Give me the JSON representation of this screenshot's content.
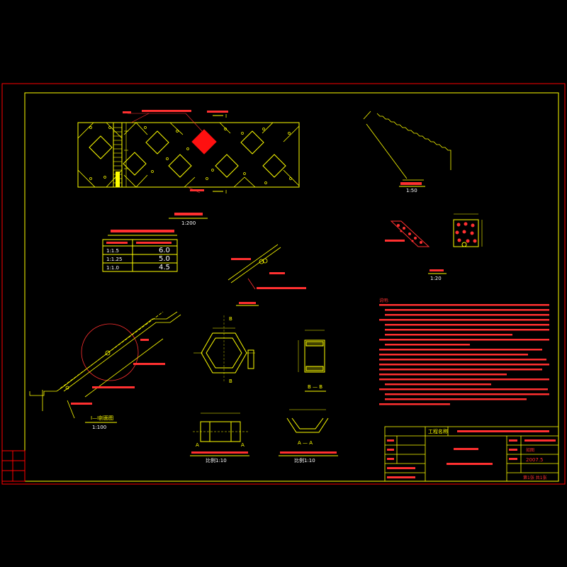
{
  "scales": {
    "plan": "1:200",
    "steps": "1:50",
    "block": "1:20",
    "section": "1:100",
    "detail_a": "比例1:10",
    "detail_b": "比例1:10"
  },
  "section_marks": {
    "sec_i_top": "I",
    "sec_i_bottom": "I",
    "sec_i_label": "I—I剖面图",
    "b_top": "B",
    "b_bottom": "B",
    "a_left": "A",
    "a_right": "A",
    "bb_label": "B — B",
    "aa_label": "A — A"
  },
  "slope_table": {
    "rows": [
      {
        "slope": "1:1.5",
        "value": "6.0"
      },
      {
        "slope": "1:1.25",
        "value": "5.0"
      },
      {
        "slope": "1:1.0",
        "value": "4.5"
      }
    ]
  },
  "notes_title": "说明:",
  "title_block": {
    "project_label": "工程名称",
    "date": "2007.5",
    "scale_value": "如图",
    "page": "第1张 共1张"
  },
  "colors": {
    "line": "#ffff00",
    "frame": "#ff0000",
    "accent": "#ff2020",
    "text": "#ffff00",
    "dimension": "#ffffff"
  }
}
